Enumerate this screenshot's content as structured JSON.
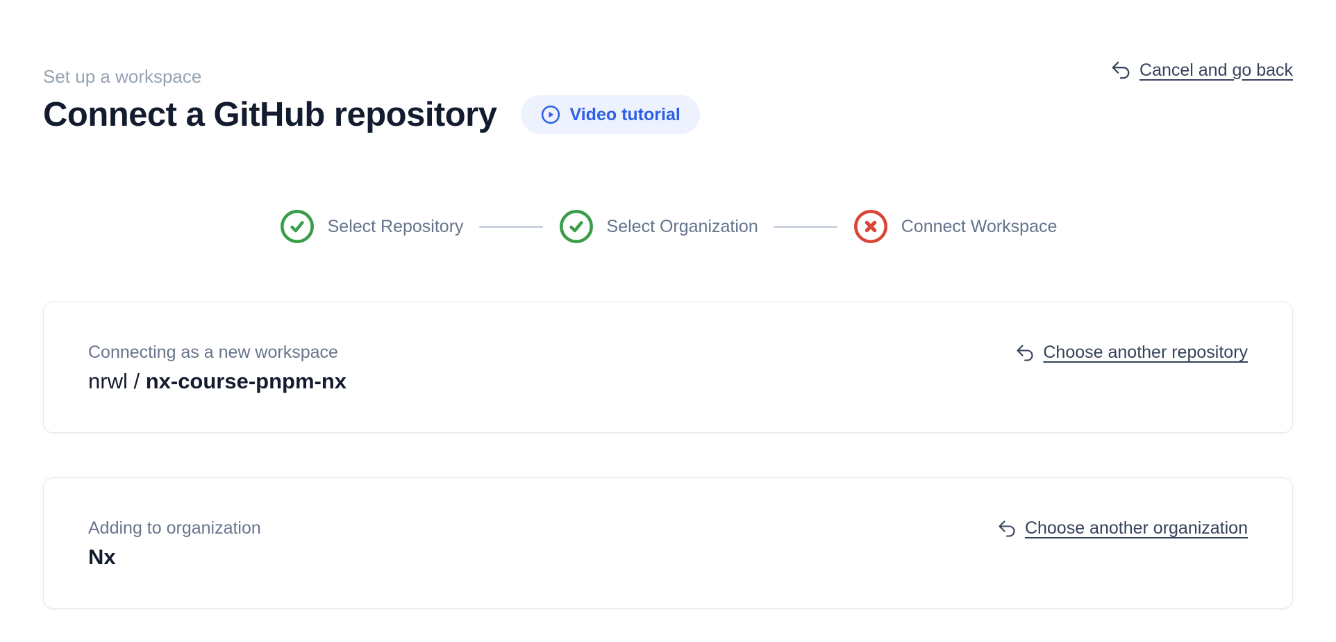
{
  "header": {
    "eyebrow": "Set up a workspace",
    "title": "Connect a GitHub repository",
    "video_button_label": "Video tutorial",
    "cancel_link_label": "Cancel and go back"
  },
  "stepper": {
    "steps": [
      {
        "label": "Select Repository",
        "status": "complete"
      },
      {
        "label": "Select Organization",
        "status": "complete"
      },
      {
        "label": "Connect Workspace",
        "status": "error"
      }
    ]
  },
  "cards": {
    "repository": {
      "label": "Connecting as a new workspace",
      "owner_prefix": "nrwl / ",
      "repo_name": "nx-course-pnpm-nx",
      "action_label": "Choose another repository"
    },
    "organization": {
      "label": "Adding to organization",
      "org_name": "Nx",
      "action_label": "Choose another organization"
    }
  },
  "colors": {
    "accent_blue": "#2e5fe4",
    "pill_background": "#edf2fe",
    "success_green": "#3b9d4a",
    "error_red": "#da4537",
    "muted_text": "#96a2b4",
    "label_text": "#68758c",
    "link_text": "#36415a",
    "card_border": "#e6e7f2",
    "connector_line": "#c9d2de"
  }
}
